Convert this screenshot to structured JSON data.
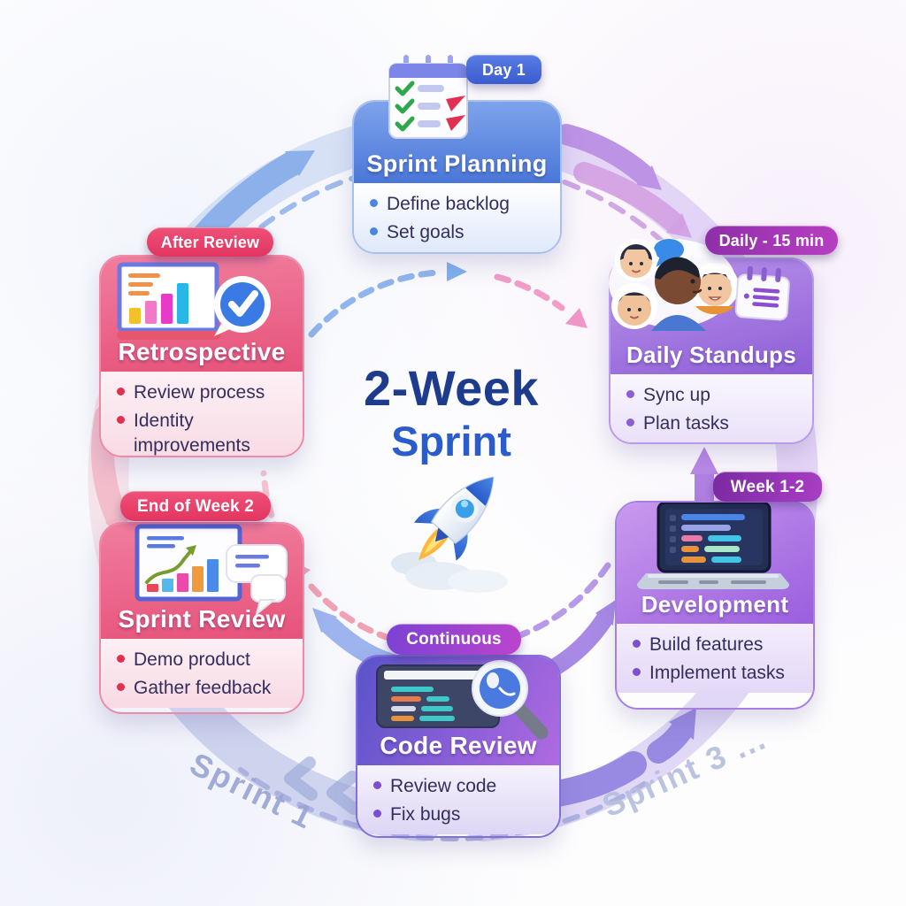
{
  "diagram_title": {
    "line1": "2-Week",
    "line2": "Sprint"
  },
  "background_labels": {
    "sprint1": "Sprint 1",
    "sprint3": "Sprint 3 ..."
  },
  "colors": {
    "planning_blue": "#4a77d8",
    "standups_purple": "#8d5ed6",
    "development_purple": "#9a5ede",
    "code_review_indigo": "#5a53c8",
    "review_pink": "#e7537a",
    "badge_magenta": "#a93ec4",
    "center_navy": "#1d3c8e",
    "center_blue": "#2b5ccc"
  },
  "cards": [
    {
      "id": "sprint-planning",
      "title": "Sprint Planning",
      "badge": "Day 1",
      "bullets": [
        "Define backlog",
        "Set goals"
      ],
      "icon": "checklist-calendar-icon"
    },
    {
      "id": "daily-standups",
      "title": "Daily Standups",
      "badge": "Daily - 15 min",
      "bullets": [
        "Sync up",
        "Plan tasks"
      ],
      "icon": "team-faces-icon"
    },
    {
      "id": "development",
      "title": "Development",
      "badge": "Week 1-2",
      "bullets": [
        "Build features",
        "Implement tasks"
      ],
      "icon": "laptop-code-icon"
    },
    {
      "id": "code-review",
      "title": "Code Review",
      "badge": "Continuous",
      "bullets": [
        "Review code",
        "Fix bugs"
      ],
      "icon": "code-magnifier-icon"
    },
    {
      "id": "sprint-review",
      "title": "Sprint Review",
      "badge": "End of Week 2",
      "bullets": [
        "Demo product",
        "Gather feedback"
      ],
      "icon": "presentation-chart-icon"
    },
    {
      "id": "retrospective",
      "title": "Retrospective",
      "badge": "After Review",
      "bullets": [
        "Review process",
        "Identity improvements"
      ],
      "icon": "chart-checkmark-icon"
    }
  ]
}
